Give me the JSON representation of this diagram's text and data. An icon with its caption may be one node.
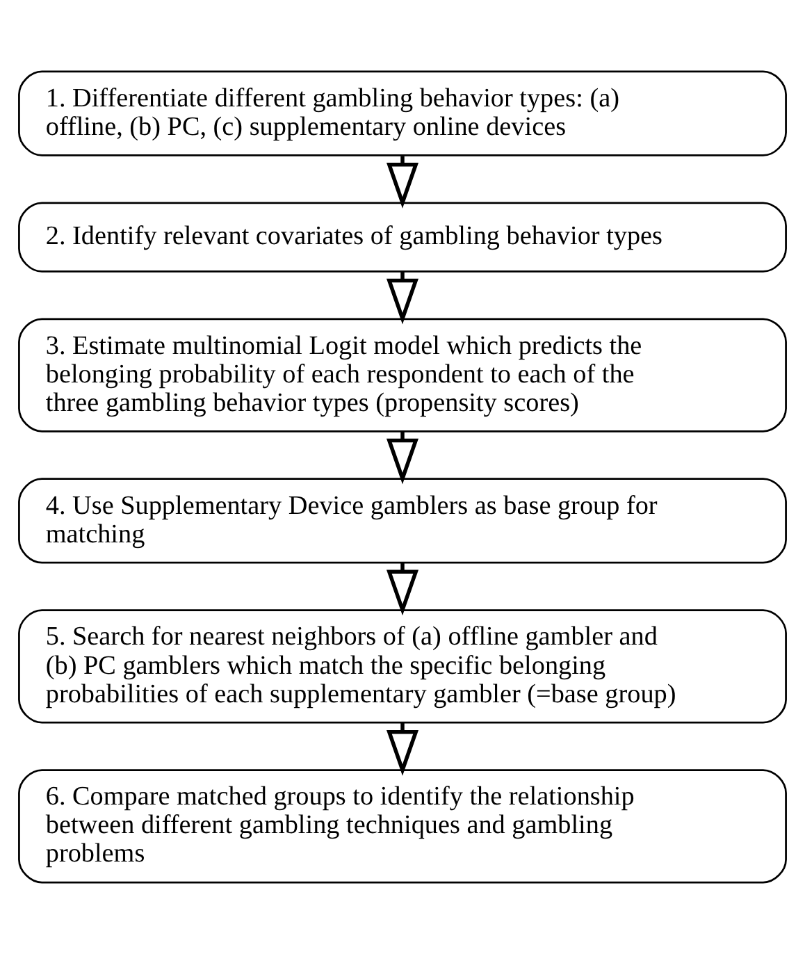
{
  "diagram": {
    "nodes": [
      {
        "text": [
          "1. Differentiate different gambling behavior types: (a) offline, (b) PC, (c) supplementary online devices"
        ]
      },
      {
        "text": [
          "2. Identify relevant covariates of gambling behavior types"
        ]
      },
      {
        "text": [
          "3. Estimate multinomial Logit model which predicts the belonging probability of each respondent to each of the three gambling behavior types (propensity scores)"
        ]
      },
      {
        "text": [
          "4. Use Supplementary Device gamblers as base group for matching"
        ]
      },
      {
        "text": [
          "5. Search for nearest neighbors of (a) offline gambler and (b) PC gamblers which match the specific belonging probabilities of each supplementary gambler (=base group)"
        ]
      },
      {
        "text": [
          "6. Compare matched groups to identify the relationship between different gambling techniques and gambling problems"
        ]
      }
    ],
    "edges": [
      {
        "from": 0,
        "to": 1,
        "arrow": "to"
      },
      {
        "from": 1,
        "to": 2,
        "arrow": "to"
      },
      {
        "from": 2,
        "to": 3,
        "arrow": "to"
      },
      {
        "from": 3,
        "to": 4,
        "arrow": "to"
      },
      {
        "from": 4,
        "to": 5,
        "arrow": "to"
      }
    ]
  }
}
